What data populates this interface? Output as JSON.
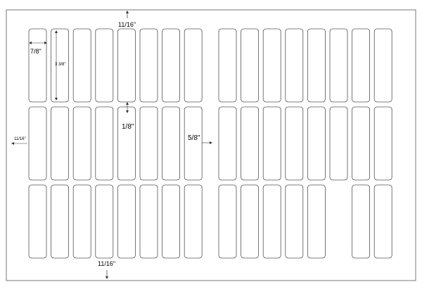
{
  "diagram": {
    "layout": {
      "label_columns_left_block": 8,
      "label_columns_right_block": 8,
      "label_rows": 3,
      "missing_labels": [
        {
          "row": 2,
          "col": 13
        }
      ]
    },
    "dimensions": {
      "label_width": "7/8\"",
      "label_height": "3 3/8\"",
      "top_margin": "11/16\"",
      "bottom_margin": "11/16\"",
      "left_margin": "11/16\"",
      "row_gap": "1/8\"",
      "block_gap": "5/8\""
    },
    "colors": {
      "label_stroke": "#555555",
      "sheet_stroke": "#777777",
      "dimension_line": "#333333"
    }
  }
}
